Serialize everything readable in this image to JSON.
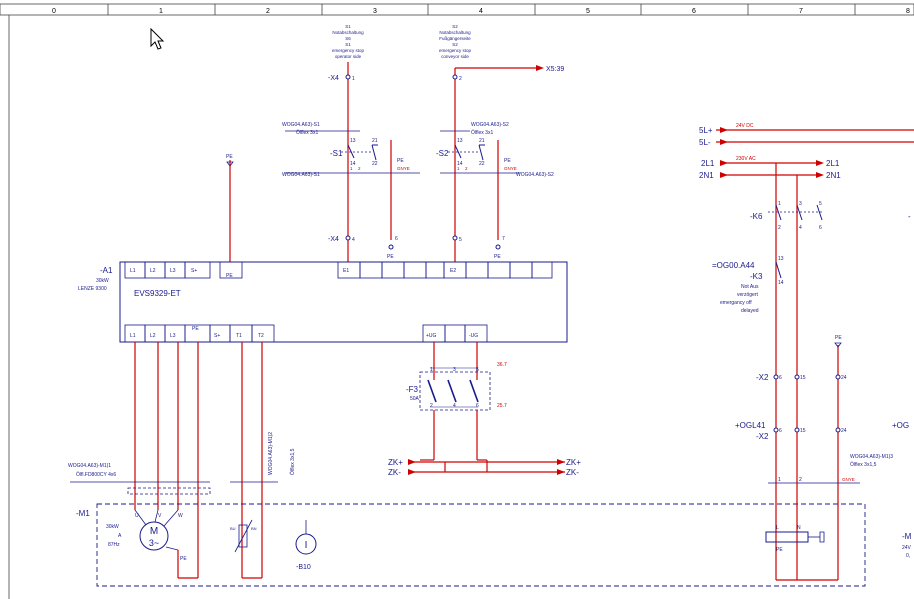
{
  "columns": [
    "0",
    "1",
    "2",
    "3",
    "4",
    "5",
    "6",
    "7",
    "8"
  ],
  "estop": {
    "s1_lines": [
      "S1",
      "Notabschaltung",
      "S6",
      "S1",
      "emergency stop",
      "operator side"
    ],
    "s2_lines": [
      "S2",
      "Notabschaltung",
      "Fußgängerseite",
      "S2",
      "emergency stop",
      "conveyor side"
    ],
    "x4_top": "-X4",
    "x4_top_t1": "1",
    "x4_top_t2": "2",
    "x5_ref": "X5:39",
    "s1_ref": "WOG04.A63)-S1",
    "s1_cable": "Ölflex 3x1",
    "s1_tag": "-S1",
    "s1_ref_bottom": "WOG04.A63)-S1",
    "s2_ref": "WOG04.A63)-S2",
    "s2_cable": "Ölflex 3x1",
    "s2_tag": "-S2",
    "s2_ref_bottom": "WOG04.A63)-S2",
    "t13": "13",
    "t14": "14",
    "t21": "21",
    "t22": "22",
    "t1": "1",
    "t2": "2",
    "pe": "PE",
    "gnye": "GNYE",
    "x4_bot": "-X4",
    "x4_b4": "4",
    "x4_b5": "5",
    "x4_b6": "6",
    "x4_b7": "7"
  },
  "drive": {
    "tag": "-A1",
    "power": "30kW",
    "maker": "LENZE 9300",
    "model": "EVS9329-ET",
    "top_terms": [
      "L1",
      "L2",
      "L3",
      "S+",
      "PE"
    ],
    "e_terms": [
      "E1",
      "E2"
    ],
    "bottom_terms": [
      "L1",
      "L2",
      "L3",
      "PE",
      "S+",
      "T1",
      "T2"
    ],
    "ug_terms": [
      "+UG",
      "-UG"
    ],
    "top_pe": "PE"
  },
  "fuse": {
    "tag": "-F3",
    "rating": "50A",
    "top_nums": [
      "1",
      "3",
      "5"
    ],
    "bot_nums": [
      "2",
      "4",
      "6"
    ],
    "ref_top": "36.7",
    "ref_bot": "25.7",
    "zkp": "ZK+",
    "zkm": "ZK-"
  },
  "motor": {
    "tag": "-M1",
    "kw": "30kW",
    "amps": "A",
    "hz": "87Hz",
    "symbol": "M",
    "phase": "3~",
    "u": "U",
    "v": "V",
    "w": "W",
    "pe": "PE",
    "cable_ref": "WOG04.A63)-M1)1",
    "cable_type": "Ölfl.FD800CY 4x6",
    "enc_ref": "WOG04.A63)-M1)2",
    "enc_cable": "Ölflex 3x1,5",
    "bu": "BU",
    "bn": "BN",
    "sensor_tag": "-B10",
    "sensor_symbol": "I"
  },
  "right": {
    "l5p": "5L+",
    "l5m": "5L-",
    "dc": "24V DC",
    "l2": "2L1",
    "n2": "2N1",
    "ac": "230V AC",
    "l2_out": "2L1",
    "n2_out": "2N1",
    "k6": "-K6",
    "k6_nums": [
      "1",
      "3",
      "5",
      "2",
      "4",
      "6"
    ],
    "og_ref": "=OG00.A44",
    "k3": "-K3",
    "k3_desc": [
      "Not Aus",
      "verzögert",
      "emergancy off",
      "delayed"
    ],
    "k3_13": "13",
    "k3_14": "14",
    "x2_a": "-X2",
    "x2_n": [
      "6",
      "15",
      "24"
    ],
    "ogl": "+OGL41",
    "x2_b": "-X2",
    "pe": "PE",
    "m_ref": "WOG04.A63)-M1)3",
    "m_cable": "Ölflex 3x1,5",
    "n1": "1",
    "n2c": "2",
    "gnye": "GNYE",
    "brake_l": "L",
    "brake_n": "N",
    "brake_pe": "PE",
    "m_right": "-M",
    "v24": "24V",
    "v0": "0,",
    "ogl_right": "+OG",
    "dash": "-"
  },
  "colors": {
    "line": "#d00000",
    "frame": "#1a1a8c",
    "text": "#1a1a8c"
  }
}
